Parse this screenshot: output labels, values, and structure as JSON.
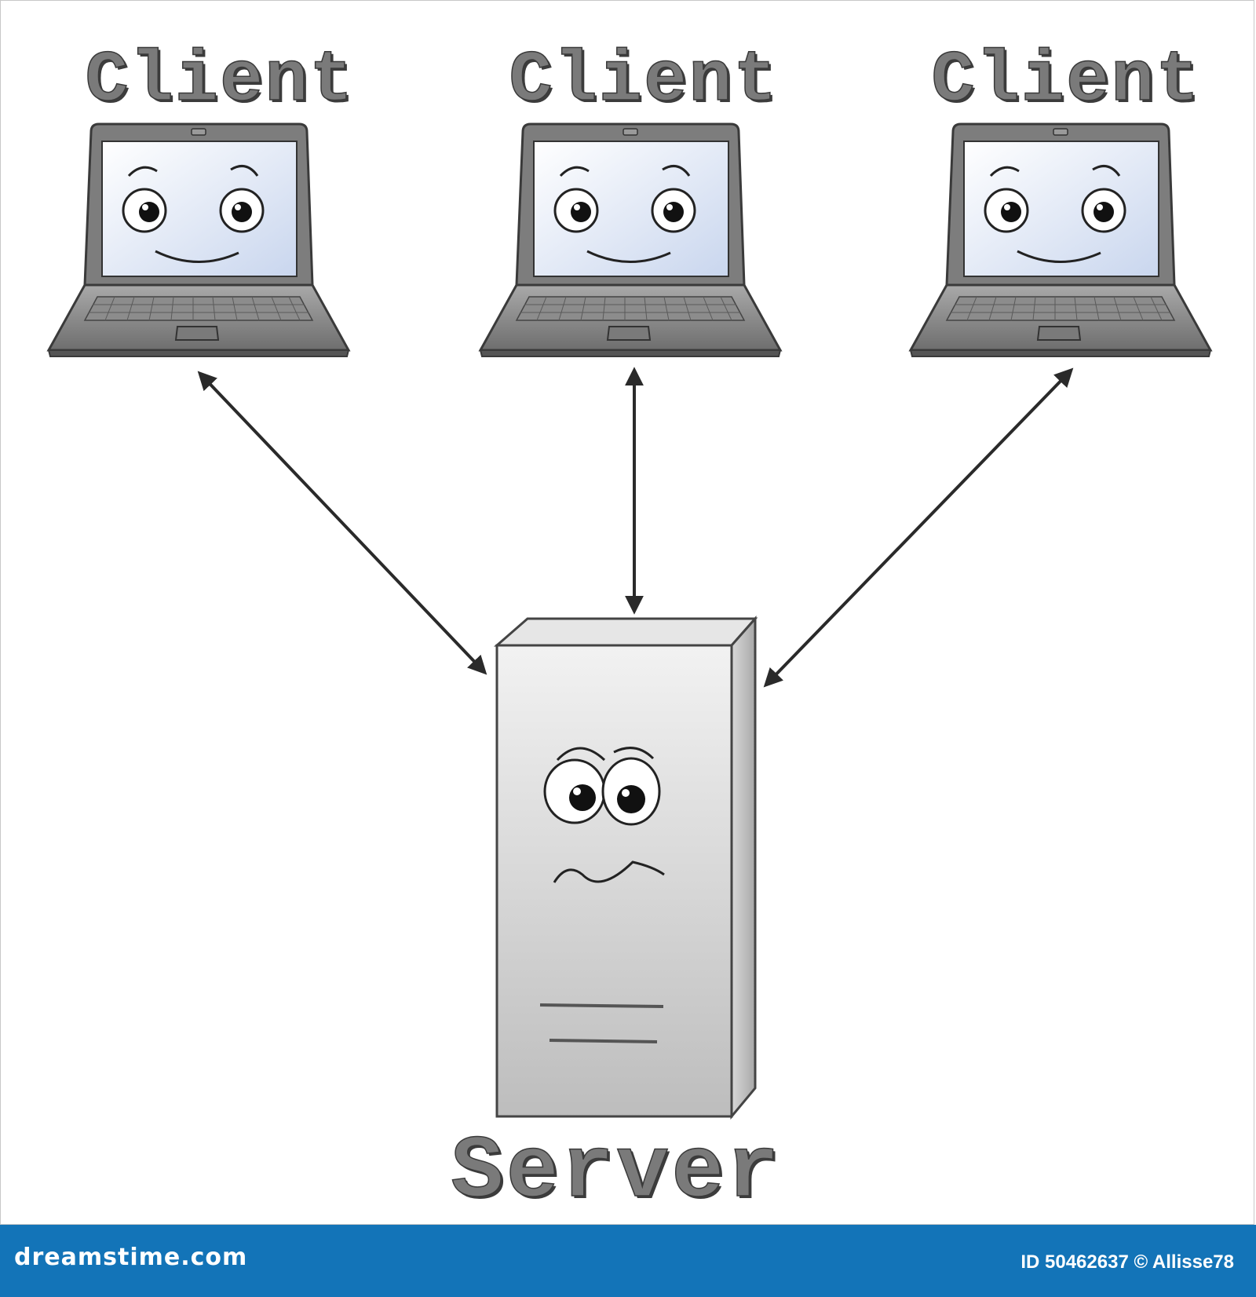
{
  "diagram": {
    "clients": [
      {
        "label": "Client"
      },
      {
        "label": "Client"
      },
      {
        "label": "Client"
      }
    ],
    "server": {
      "label": "Server"
    }
  },
  "footer": {
    "brand": "dreamstime.com",
    "image_id": "ID 50462637 © Allisse78"
  },
  "colors": {
    "footer_bg": "#1374b8",
    "label_fill": "#7a7a7a",
    "arrow": "#2a2a2a"
  }
}
